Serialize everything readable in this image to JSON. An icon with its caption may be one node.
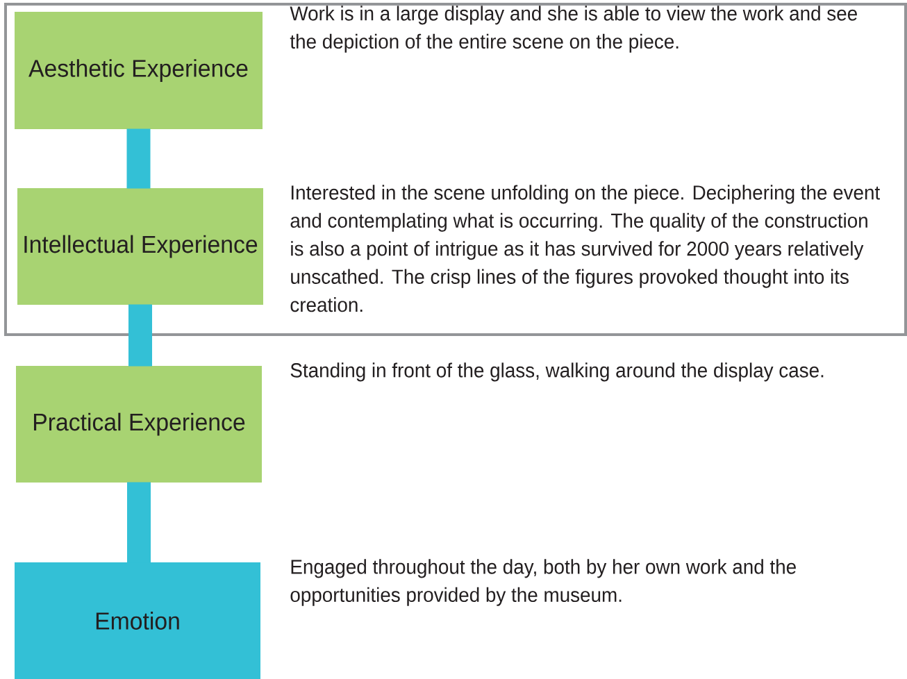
{
  "diagram": {
    "nodes": [
      {
        "text": [],
        "shape": "box"
      },
      {
        "text": [
          "Aesthetic Experience"
        ],
        "in": 0,
        "beside": [
          "Work is in a large display and she is able to view the work and see the depiction of the entire scene on the piece."
        ]
      },
      {
        "text": [
          "Intellectual Experience"
        ],
        "in": 0,
        "beside": [
          "Interested in the scene unfolding on the piece.  Deciphering the event and contemplating what is occurring. The quality of the construction is also a point of intrigue as it has survived for 2000 years relatively unscathed. The crisp lines of the figures provoked thought into its creation."
        ]
      },
      {
        "text": [
          "Practical Experience"
        ],
        "beside": [
          "Standing in front of the glass, walking around the display case."
        ]
      },
      {
        "text": [
          "Emotion"
        ],
        "beside": [
          "Engaged throughout the day, both by her own work and the opportunities provided by the museum."
        ]
      }
    ],
    "edges": [
      {
        "from": 1,
        "to": 2,
        "arrow": "none"
      },
      {
        "from": 2,
        "to": 3,
        "arrow": "none"
      },
      {
        "from": 3,
        "to": 4,
        "arrow": "none"
      }
    ]
  }
}
